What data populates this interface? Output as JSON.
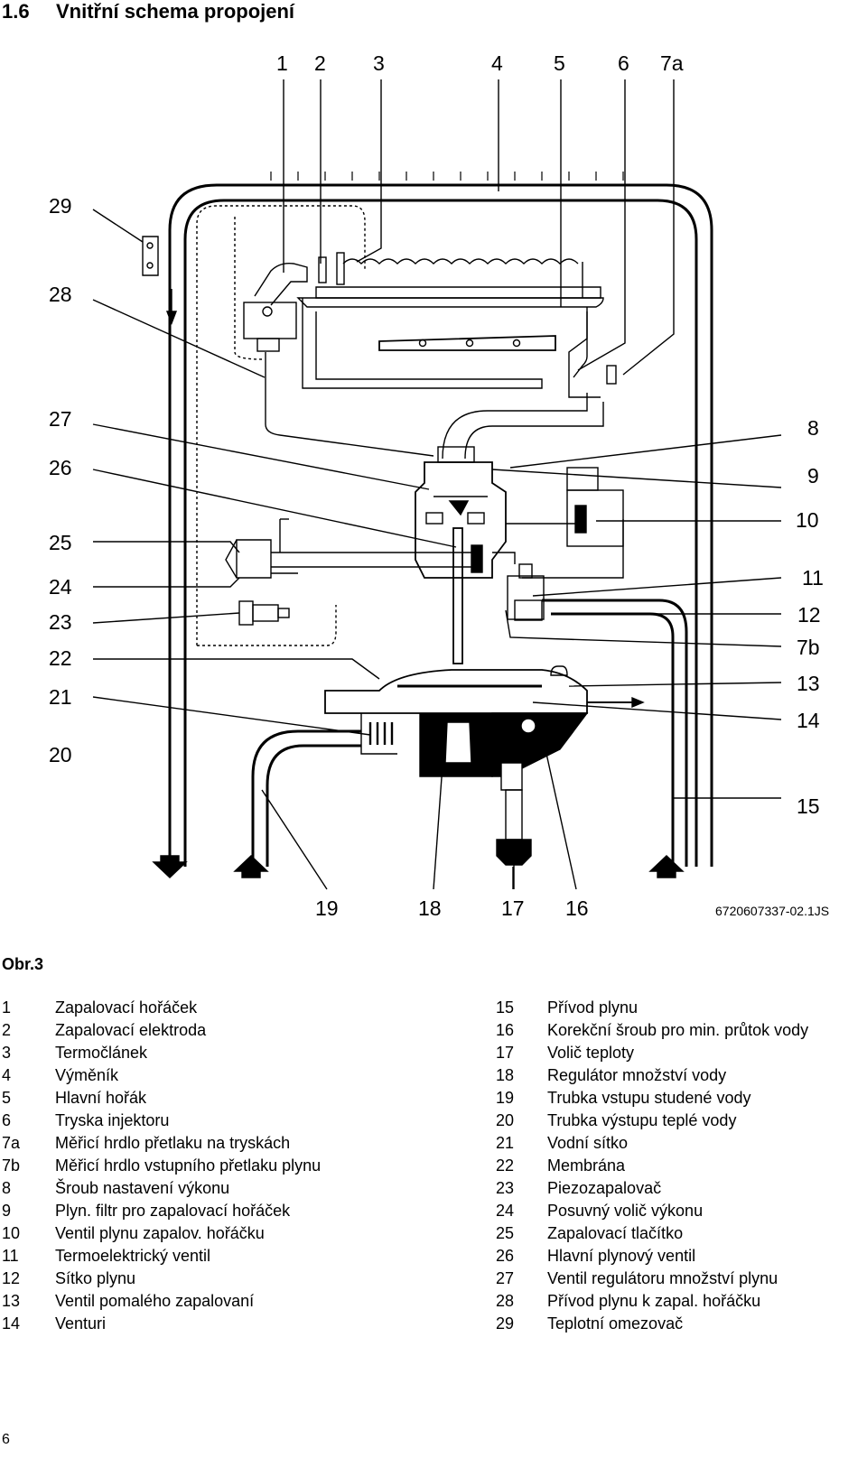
{
  "section": {
    "number": "1.6",
    "title": "Vnitřní schema propojení"
  },
  "diagram": {
    "top_labels": [
      "1",
      "2",
      "3",
      "4",
      "5",
      "6",
      "7a"
    ],
    "left_labels": [
      "29",
      "28",
      "27",
      "26",
      "25",
      "24",
      "23",
      "22",
      "21",
      "20"
    ],
    "right_labels": [
      "8",
      "9",
      "10",
      "11",
      "12",
      "7b",
      "13",
      "14",
      "15"
    ],
    "bottom_labels": [
      "19",
      "18",
      "17",
      "16"
    ],
    "drawing_code": "6720607337-02.1JS"
  },
  "figure_caption": "Obr.3",
  "legend_left": [
    {
      "key": "1",
      "text": "Zapalovací hořáček"
    },
    {
      "key": "2",
      "text": "Zapalovací elektroda"
    },
    {
      "key": "3",
      "text": "Termočlánek"
    },
    {
      "key": "4",
      "text": "Výměník"
    },
    {
      "key": "5",
      "text": "Hlavní hořák"
    },
    {
      "key": "6",
      "text": "Tryska injektoru"
    },
    {
      "key": "7a",
      "text": "Měřicí hrdlo přetlaku na tryskách"
    },
    {
      "key": "7b",
      "text": "Měřicí hrdlo vstupního přetlaku plynu"
    },
    {
      "key": "8",
      "text": "Šroub nastavení výkonu"
    },
    {
      "key": "9",
      "text": "Plyn. filtr pro zapalovací hořáček"
    },
    {
      "key": "10",
      "text": "Ventil plynu zapalov. hořáčku"
    },
    {
      "key": "11",
      "text": "Termoelektrický ventil"
    },
    {
      "key": "12",
      "text": "Sítko plynu"
    },
    {
      "key": "13",
      "text": "Ventil pomalého zapalovaní"
    },
    {
      "key": "14",
      "text": "Venturi"
    }
  ],
  "legend_right": [
    {
      "key": "15",
      "text": "Přívod plynu"
    },
    {
      "key": "16",
      "text": "Korekční šroub pro min. průtok vody"
    },
    {
      "key": "17",
      "text": "Volič teploty"
    },
    {
      "key": "18",
      "text": "Regulátor množství vody"
    },
    {
      "key": "19",
      "text": "Trubka vstupu studené vody"
    },
    {
      "key": "20",
      "text": "Trubka výstupu teplé vody"
    },
    {
      "key": "21",
      "text": "Vodní sítko"
    },
    {
      "key": "22",
      "text": "Membrána"
    },
    {
      "key": "23",
      "text": "Piezozapalovač"
    },
    {
      "key": "24",
      "text": "Posuvný volič výkonu"
    },
    {
      "key": "25",
      "text": "Zapalovací tlačítko"
    },
    {
      "key": "26",
      "text": "Hlavní plynový ventil"
    },
    {
      "key": "27",
      "text": "Ventil regulátoru množství plynu"
    },
    {
      "key": "28",
      "text": "Přívod plynu k zapal. hořáčku"
    },
    {
      "key": "29",
      "text": "Teplotní omezovač"
    }
  ],
  "page_number": "6"
}
